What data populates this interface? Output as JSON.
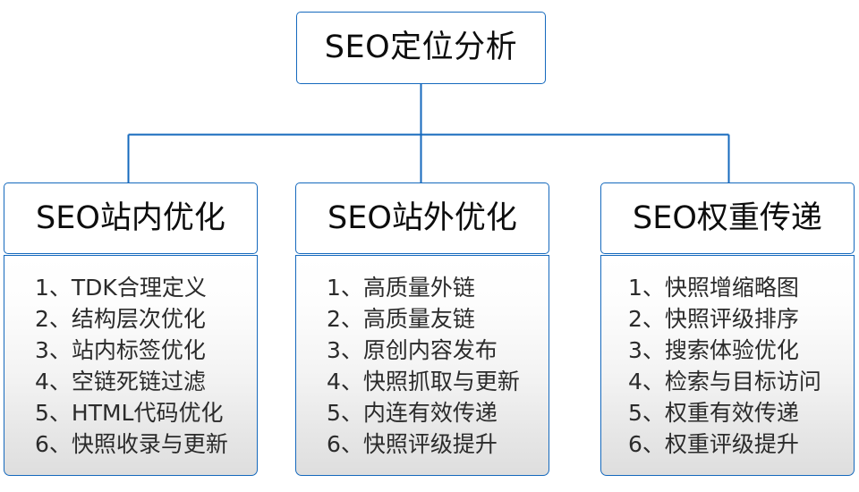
{
  "diagram": {
    "title": "SEO定位分析",
    "root": {
      "label": "SEO定位分析"
    },
    "branches": [
      {
        "header": "SEO站内优化",
        "items": [
          "1、TDK合理定义",
          "2、结构层次优化",
          "3、站内标签优化",
          "4、空链死链过滤",
          "5、HTML代码优化",
          "6、快照收录与更新"
        ]
      },
      {
        "header": "SEO站外优化",
        "items": [
          "1、高质量外链",
          "2、高质量友链",
          "3、原创内容发布",
          "4、快照抓取与更新",
          "5、内连有效传递",
          "6、快照评级提升"
        ]
      },
      {
        "header": "SEO权重传递",
        "items": [
          "1、快照增缩略图",
          "2、快照评级排序",
          "3、搜索体验优化",
          "4、检索与目标访问",
          "5、权重有效传递",
          "6、权重评级提升"
        ]
      }
    ],
    "colors": {
      "border": "#1569bd",
      "connector": "#1569bd",
      "text": "#0d0d0d",
      "list_text": "#2b2b2b",
      "panel_top": "#ffffff",
      "panel_bottom": "#dedede",
      "background": "#ffffff"
    }
  }
}
